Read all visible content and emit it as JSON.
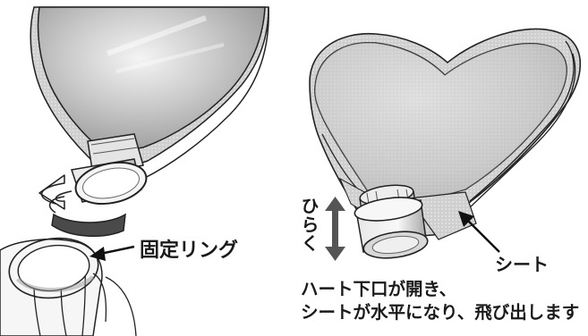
{
  "labels": {
    "ring": "固定リング",
    "open": "ひらく",
    "sheet": "シート"
  },
  "caption": {
    "line1": "ハート下口が開き、",
    "line2": "シートが水平になり、飛び出します"
  },
  "colors": {
    "outline": "#222222",
    "balloon_light": "#f2f2f2",
    "balloon_mid": "#b5b5b5",
    "balloon_dark": "#8a8a8a",
    "sheet": "#d6d6d6"
  }
}
